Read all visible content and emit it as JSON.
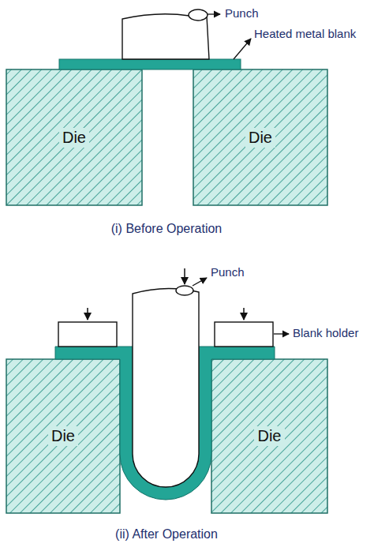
{
  "diagram": {
    "nodes": [
      {
        "text": [
          "Die"
        ]
      },
      {
        "text": [
          "Die"
        ]
      },
      {
        "text": [
          "Die"
        ]
      },
      {
        "text": [
          "Die"
        ]
      }
    ],
    "labels": [
      "Punch",
      "Heated metal blank",
      "(i) Before Operation",
      "Punch",
      "Blank holder",
      "(ii) After Operation"
    ]
  }
}
